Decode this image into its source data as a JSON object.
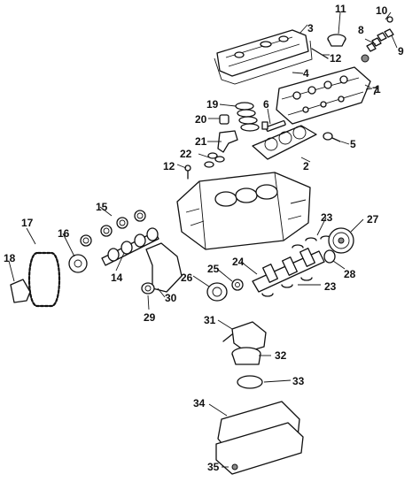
{
  "callouts": {
    "c1": "1",
    "c2": "2",
    "c3": "3",
    "c4": "4",
    "c5": "5",
    "c6": "6",
    "c7": "7",
    "c8": "8",
    "c9": "9",
    "c10": "10",
    "c11": "11",
    "c12a": "12",
    "c12b": "12",
    "c14": "14",
    "c15": "15",
    "c16": "16",
    "c17": "17",
    "c18": "18",
    "c19": "19",
    "c20": "20",
    "c21": "21",
    "c22": "22",
    "c23a": "23",
    "c23b": "23",
    "c24": "24",
    "c25": "25",
    "c26": "26",
    "c27": "27",
    "c28": "28",
    "c29": "29",
    "c30": "30",
    "c31": "31",
    "c32": "32",
    "c33": "33",
    "c34": "34",
    "c35": "35"
  }
}
